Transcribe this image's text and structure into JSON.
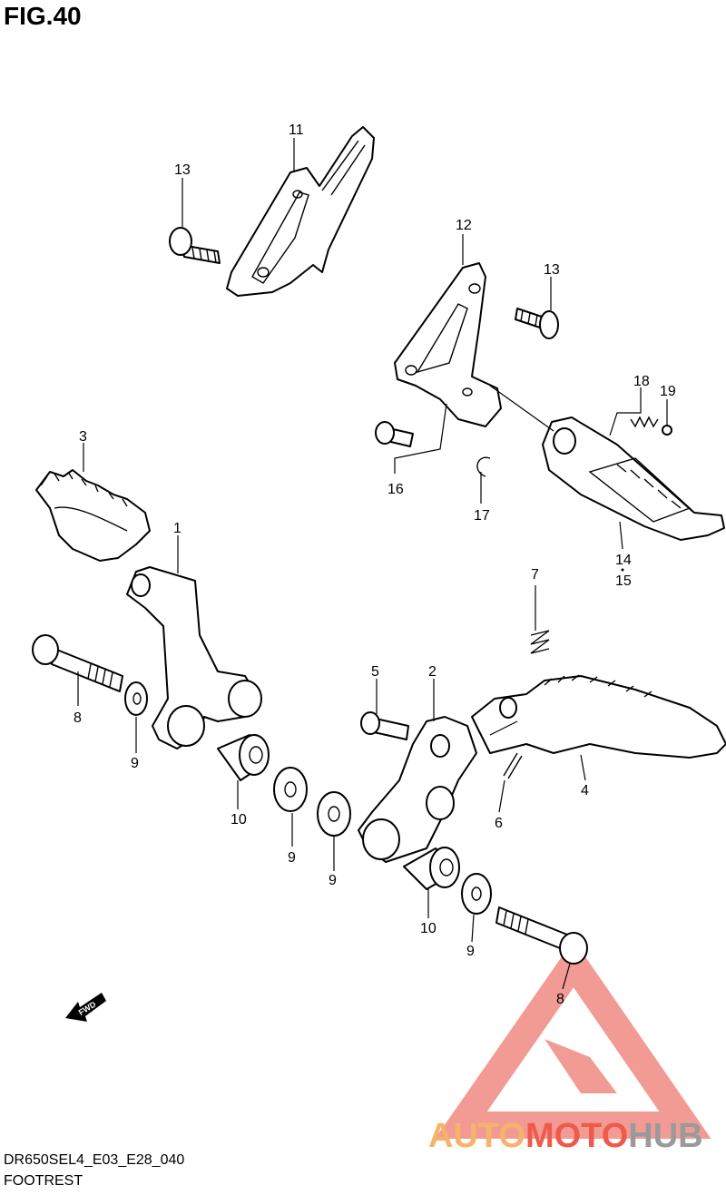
{
  "figure": {
    "title": "FIG.40"
  },
  "callouts": [
    {
      "id": "c11",
      "text": "11"
    },
    {
      "id": "c13a",
      "text": "13"
    },
    {
      "id": "c12",
      "text": "12"
    },
    {
      "id": "c13b",
      "text": "13"
    },
    {
      "id": "c18",
      "text": "18"
    },
    {
      "id": "c19",
      "text": "19"
    },
    {
      "id": "c16",
      "text": "16"
    },
    {
      "id": "c17",
      "text": "17"
    },
    {
      "id": "c14",
      "text": "14"
    },
    {
      "id": "c15",
      "text": "15"
    },
    {
      "id": "c3",
      "text": "3"
    },
    {
      "id": "c1",
      "text": "1"
    },
    {
      "id": "c8a",
      "text": "8"
    },
    {
      "id": "c9a",
      "text": "9"
    },
    {
      "id": "c10a",
      "text": "10"
    },
    {
      "id": "c9b",
      "text": "9"
    },
    {
      "id": "c7",
      "text": "7"
    },
    {
      "id": "c5",
      "text": "5"
    },
    {
      "id": "c2",
      "text": "2"
    },
    {
      "id": "c4",
      "text": "4"
    },
    {
      "id": "c6",
      "text": "6"
    },
    {
      "id": "c9c",
      "text": "9"
    },
    {
      "id": "c10b",
      "text": "10"
    },
    {
      "id": "c9d",
      "text": "9"
    },
    {
      "id": "c8b",
      "text": "8"
    }
  ],
  "direction_marker": {
    "text": "FWD"
  },
  "caption": {
    "code": "DR650SEL4_E03_E28_040",
    "name": "FOOTREST"
  },
  "watermark": {
    "part1": "AUTO",
    "part2": "MOTO",
    "part3": "HUB",
    "color1": "#f6b36a",
    "color2": "#ef5a4a",
    "color3": "#9a9a9a",
    "logo_color": "#f08a82"
  }
}
